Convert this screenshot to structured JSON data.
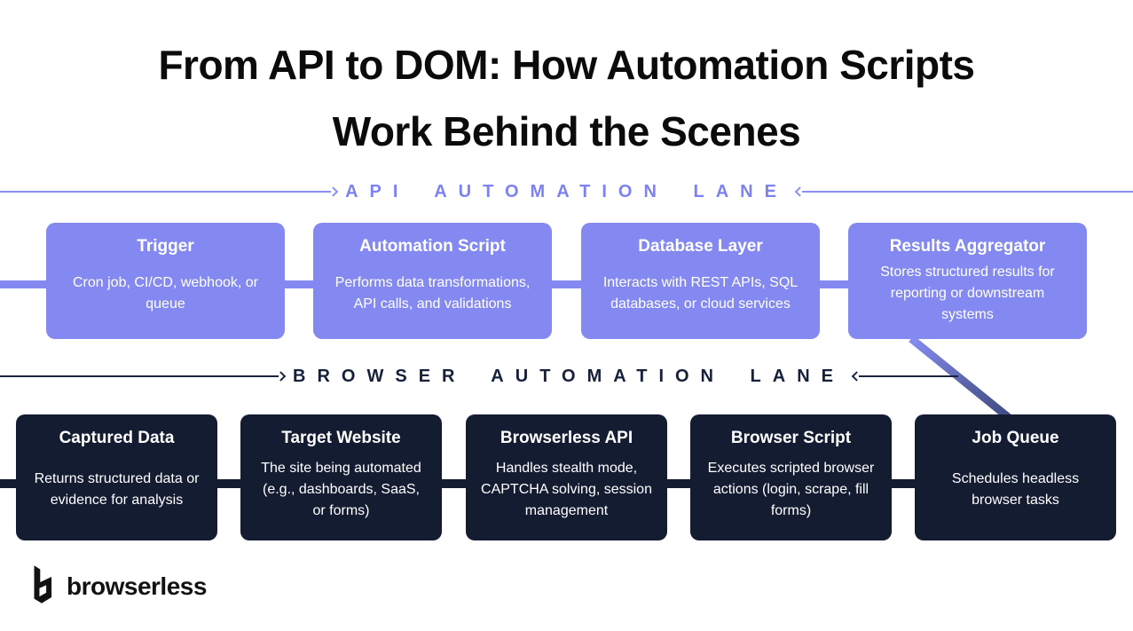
{
  "title": {
    "line1": "From API to DOM: How Automation Scripts",
    "line2": "Work Behind the Scenes"
  },
  "api_lane": {
    "label": "API AUTOMATION LANE",
    "boxes": [
      {
        "title": "Trigger",
        "body": "Cron job, CI/CD, webhook, or queue"
      },
      {
        "title": "Automation Script",
        "body": "Performs data transformations, API calls, and validations"
      },
      {
        "title": "Database Layer",
        "body": "Interacts with REST APIs, SQL databases, or cloud services"
      },
      {
        "title": "Results Aggregator",
        "body": "Stores structured results for reporting or downstream systems"
      }
    ]
  },
  "browser_lane": {
    "label": "BROWSER AUTOMATION LANE",
    "boxes": [
      {
        "title": "Captured Data",
        "body": "Returns structured data or evidence for analysis"
      },
      {
        "title": "Target Website",
        "body": "The site being automated (e.g., dashboards, SaaS, or forms)"
      },
      {
        "title": "Browserless API",
        "body": "Handles stealth mode, CAPTCHA solving, session management"
      },
      {
        "title": "Browser Script",
        "body": "Executes scripted browser actions (login, scrape, fill forms)"
      },
      {
        "title": "Job Queue",
        "body": "Schedules headless browser tasks"
      }
    ]
  },
  "logo": {
    "text": "browserless"
  },
  "colors": {
    "background": "#FFFFFF",
    "title_text": "#0B0B0B",
    "periwinkle_box": "#8489F2",
    "navy_box": "#131C31",
    "api_lane_text": "#7C83F0",
    "browser_lane_text": "#16203A",
    "box_text": "#FFFFFF",
    "diagonal_gradient_start": "#868CF3",
    "diagonal_gradient_end": "#3F4B82"
  }
}
